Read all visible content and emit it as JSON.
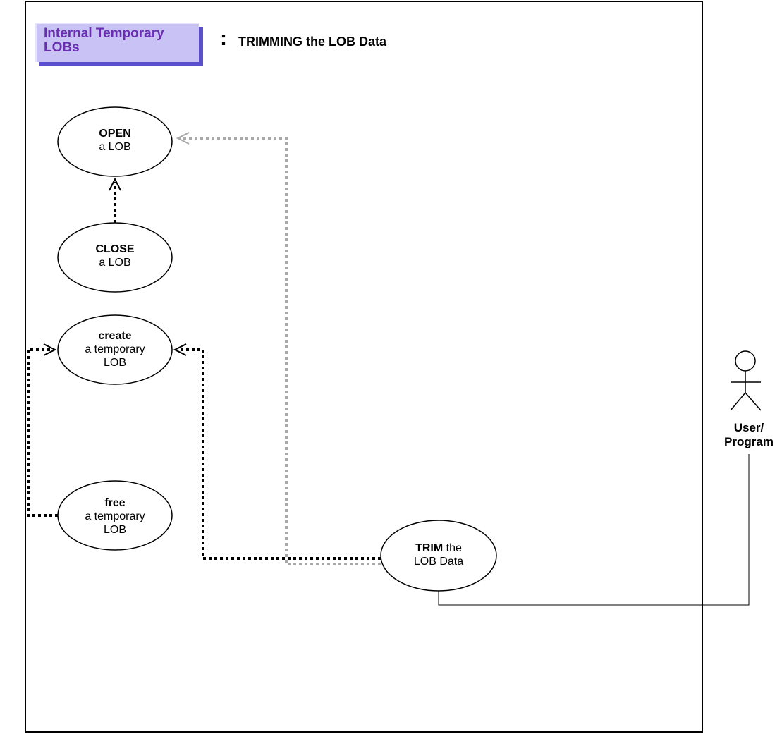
{
  "header": {
    "tag_label": "Internal Temporary LOBs",
    "separator": ":",
    "title": "TRIMMING the LOB Data"
  },
  "use_cases": [
    {
      "id": "open",
      "bold": "OPEN",
      "rest": "a LOB"
    },
    {
      "id": "close",
      "bold": "CLOSE",
      "rest": "a LOB"
    },
    {
      "id": "create",
      "bold": "create",
      "rest": "a temporary LOB"
    },
    {
      "id": "free",
      "bold": "free",
      "rest": "a temporary LOB"
    },
    {
      "id": "trim",
      "bold": "TRIM",
      "rest_inline": "the",
      "rest": "LOB Data"
    }
  ],
  "actor": {
    "label": "User/ Program",
    "icon": "stick-figure-icon"
  },
  "colors": {
    "tag_face": "#c9c2f5",
    "tag_shadow": "#5b4fd0",
    "tag_text": "#6a2fb0",
    "dependency_black": "#000000",
    "dependency_gray": "#a8a8a8"
  }
}
